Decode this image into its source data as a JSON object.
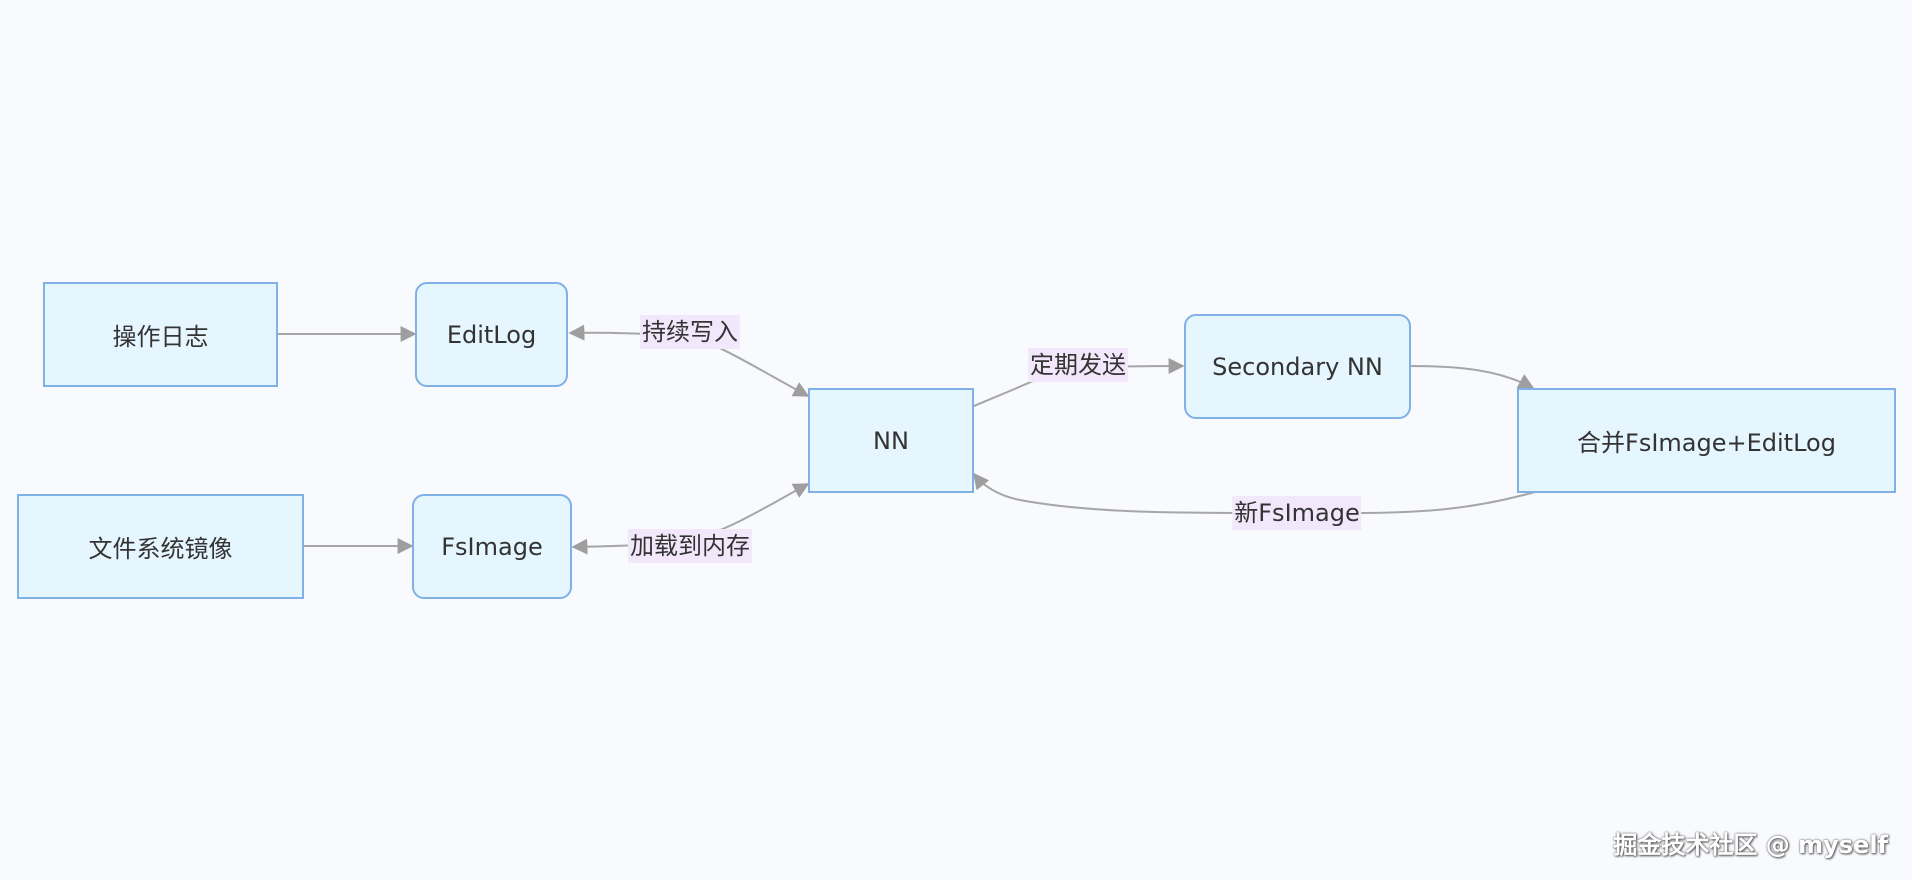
{
  "diagram": {
    "nodes": {
      "oplog": "操作日志",
      "editlog": "EditLog",
      "fsmeta": "文件系统镜像",
      "fsimage": "FsImage",
      "nn": "NN",
      "secondary": "Secondary NN",
      "merge": "合并FsImage+EditLog"
    },
    "edges": {
      "write": "持续写入",
      "load": "加载到内存",
      "send": "定期发送",
      "new_image": "新FsImage"
    }
  },
  "watermark": "掘金技术社区 @ myself",
  "colors": {
    "node_fill": "#e6f6ff",
    "node_border": "#7fb0e6",
    "label_bg": "#f3e8fb",
    "edge": "#a6a6a6"
  }
}
